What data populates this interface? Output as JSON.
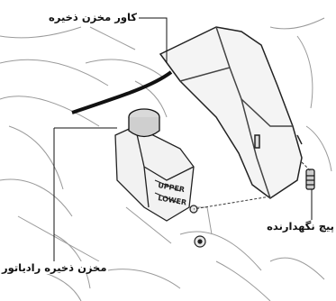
{
  "diagram": {
    "labels": {
      "cover": "کاور مخزن ذخیره",
      "reservoir": "مخزن ذخیره رادیاتور",
      "screw": "پیچ نگهدارنده"
    },
    "tank_marks": {
      "upper": "UPPER",
      "lower": "LOWER"
    }
  }
}
